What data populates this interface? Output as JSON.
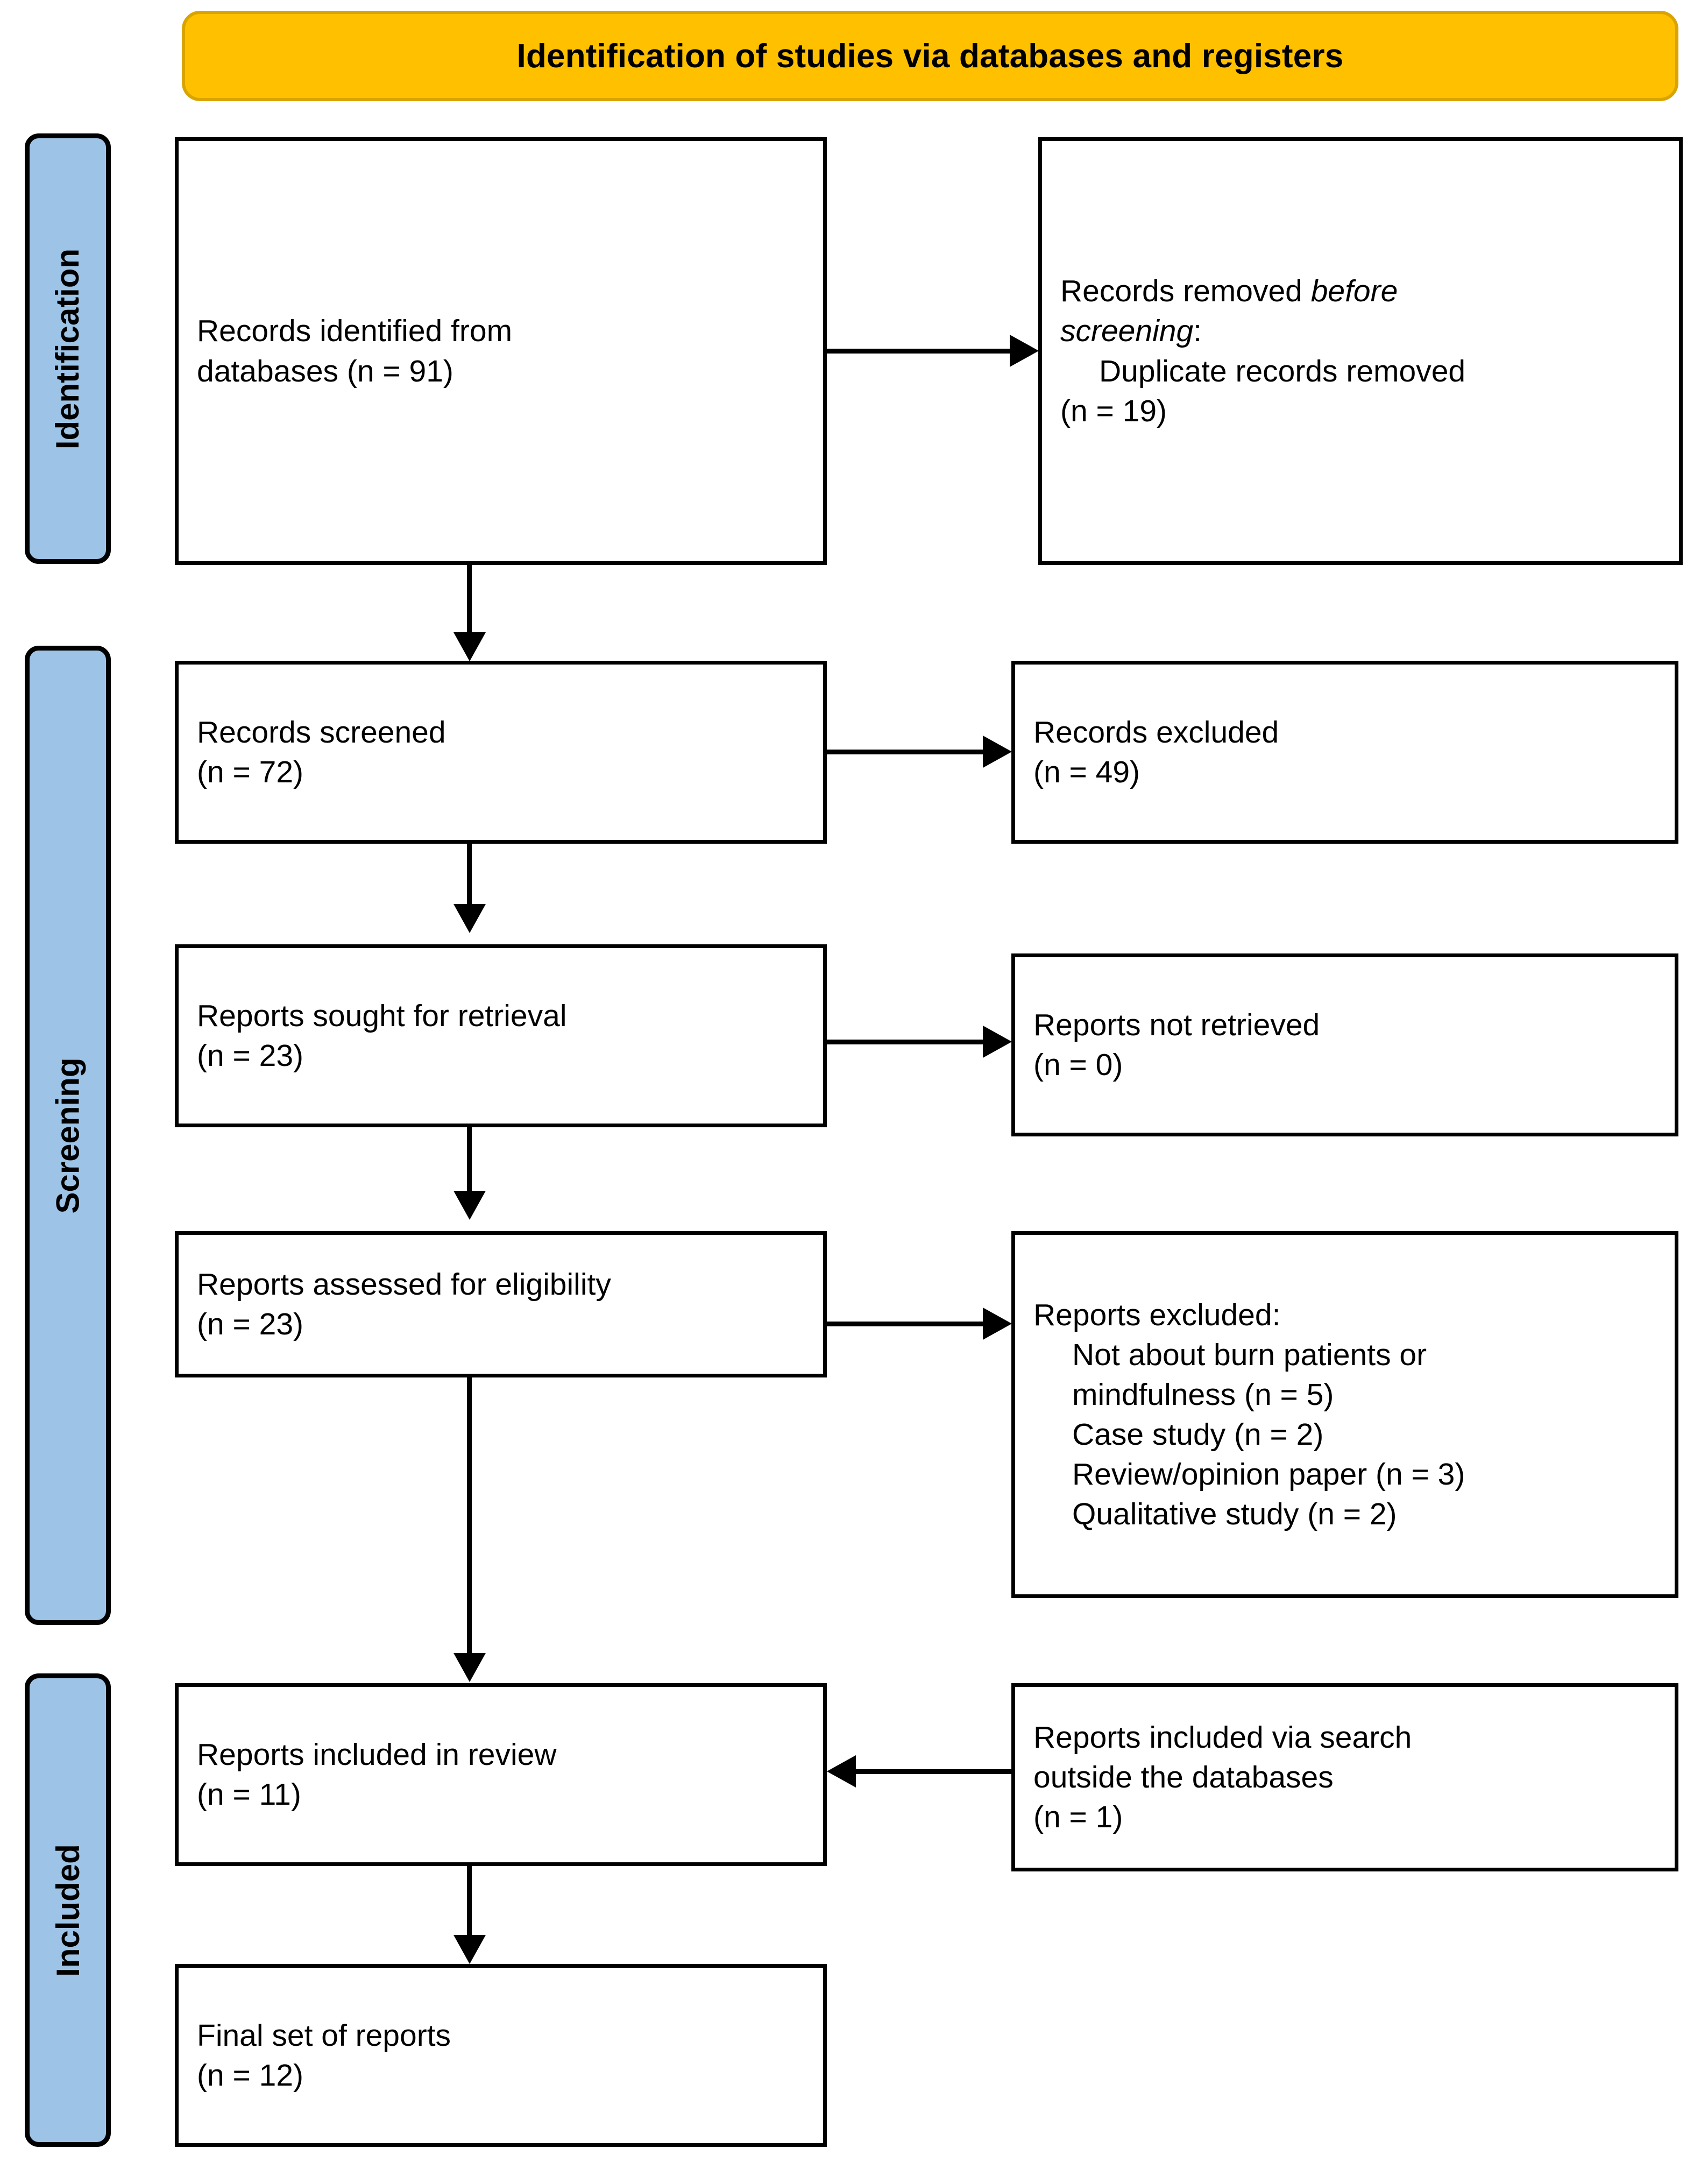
{
  "banner": {
    "title": "Identification of studies via databases and registers",
    "fill_color": "#FFC000"
  },
  "rails": [
    {
      "label": "Identification"
    },
    {
      "label": "Screening"
    },
    {
      "label": "Included"
    }
  ],
  "rail_color": "#9DC3E6",
  "boxes": {
    "records_identified": {
      "line1": "Records identified from",
      "line2": "databases (n = 91)"
    },
    "records_removed": {
      "line1_plain": "Records removed ",
      "line1_italic": "before",
      "line2_italic": "screening",
      "line2_plain": ":",
      "line3": "Duplicate records removed",
      "line4": "(n = 19)"
    },
    "records_screened": {
      "line1": "Records screened",
      "line2": "(n = 72)"
    },
    "records_excluded": {
      "line1": "Records excluded",
      "line2": "(n = 49)"
    },
    "reports_sought": {
      "line1": "Reports sought for retrieval",
      "line2": "(n = 23)"
    },
    "reports_not_retrieved": {
      "line1": "Reports not retrieved",
      "line2": "(n = 0)"
    },
    "reports_assessed": {
      "line1": "Reports assessed for eligibility",
      "line2": "(n = 23)"
    },
    "reports_excluded": {
      "line1": "Reports excluded:",
      "line2": "Not about burn patients or",
      "line3": "mindfulness (n = 5)",
      "line4": "Case study (n = 2)",
      "line5": "Review/opinion paper (n = 3)",
      "line6": "Qualitative study (n = 2)"
    },
    "reports_included": {
      "line1": "Reports included in review",
      "line2": "(n = 11)"
    },
    "reports_outside": {
      "line1": "Reports included via search",
      "line2": "outside the databases",
      "line3": "(n = 1)"
    },
    "final_set": {
      "line1": "Final set of reports",
      "line2": "(n = 12)"
    }
  },
  "chart_data": {
    "type": "diagram",
    "title": "Identification of studies via databases and registers",
    "nodes": [
      {
        "id": "records_identified",
        "phase": "Identification",
        "label": "Records identified from databases",
        "n": 91
      },
      {
        "id": "records_removed",
        "phase": "Identification",
        "label": "Records removed before screening: Duplicate records removed",
        "n": 19
      },
      {
        "id": "records_screened",
        "phase": "Screening",
        "label": "Records screened",
        "n": 72
      },
      {
        "id": "records_excluded",
        "phase": "Screening",
        "label": "Records excluded",
        "n": 49
      },
      {
        "id": "reports_sought",
        "phase": "Screening",
        "label": "Reports sought for retrieval",
        "n": 23
      },
      {
        "id": "reports_not_retrieved",
        "phase": "Screening",
        "label": "Reports not retrieved",
        "n": 0
      },
      {
        "id": "reports_assessed",
        "phase": "Screening",
        "label": "Reports assessed for eligibility",
        "n": 23
      },
      {
        "id": "reports_excluded",
        "phase": "Screening",
        "label": "Reports excluded",
        "reasons": [
          {
            "reason": "Not about burn patients or mindfulness",
            "n": 5
          },
          {
            "reason": "Case study",
            "n": 2
          },
          {
            "reason": "Review/opinion paper",
            "n": 3
          },
          {
            "reason": "Qualitative study",
            "n": 2
          }
        ]
      },
      {
        "id": "reports_included",
        "phase": "Included",
        "label": "Reports included in review",
        "n": 11
      },
      {
        "id": "reports_outside",
        "phase": "Included",
        "label": "Reports included via search outside the databases",
        "n": 1
      },
      {
        "id": "final_set",
        "phase": "Included",
        "label": "Final set of reports",
        "n": 12
      }
    ],
    "edges": [
      {
        "from": "records_identified",
        "to": "records_removed",
        "direction": "right"
      },
      {
        "from": "records_identified",
        "to": "records_screened",
        "direction": "down"
      },
      {
        "from": "records_screened",
        "to": "records_excluded",
        "direction": "right"
      },
      {
        "from": "records_screened",
        "to": "reports_sought",
        "direction": "down"
      },
      {
        "from": "reports_sought",
        "to": "reports_not_retrieved",
        "direction": "right"
      },
      {
        "from": "reports_sought",
        "to": "reports_assessed",
        "direction": "down"
      },
      {
        "from": "reports_assessed",
        "to": "reports_excluded",
        "direction": "right"
      },
      {
        "from": "reports_assessed",
        "to": "reports_included",
        "direction": "down"
      },
      {
        "from": "reports_outside",
        "to": "reports_included",
        "direction": "left"
      },
      {
        "from": "reports_included",
        "to": "final_set",
        "direction": "down"
      }
    ]
  }
}
